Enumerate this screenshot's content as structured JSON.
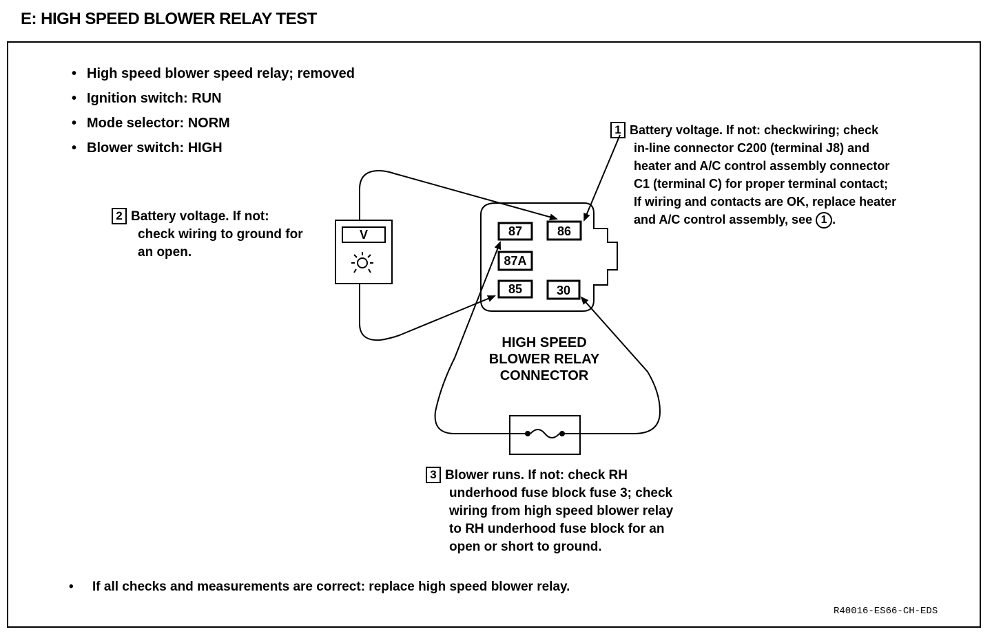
{
  "title": "E:  HIGH SPEED BLOWER RELAY TEST",
  "conditions": [
    "High speed blower speed relay; removed",
    "Ignition switch: RUN",
    "Mode selector: NORM",
    "Blower switch: HIGH"
  ],
  "bullet": "•",
  "notes": {
    "n1": {
      "num": "1",
      "lines": [
        "Battery voltage. If not: checkwiring; check",
        "in-line connector C200 (terminal J8) and",
        "heater and A/C control assembly connector",
        "C1 (terminal C) for proper terminal contact;",
        "If wiring and contacts are OK, replace heater",
        "and A/C control assembly, see"
      ],
      "ref": "1",
      "end": "."
    },
    "n2": {
      "num": "2",
      "lines": [
        "Battery voltage.  If not:",
        "check wiring to ground for",
        "an open."
      ]
    },
    "n3": {
      "num": "3",
      "lines": [
        "Blower runs. If not: check RH",
        "underhood fuse block fuse 3; check",
        "wiring from high speed blower relay",
        "to RH underhood fuse block for an",
        "open or short to ground."
      ]
    }
  },
  "meter": {
    "label": "V"
  },
  "relay": {
    "terminals": [
      "87",
      "86",
      "87A",
      "85",
      "30"
    ],
    "label_lines": [
      "HIGH SPEED",
      "BLOWER RELAY",
      "CONNECTOR"
    ]
  },
  "footer": "If all checks and measurements are correct: replace high speed blower relay.",
  "code": "R40016-ES66-CH-EDS"
}
